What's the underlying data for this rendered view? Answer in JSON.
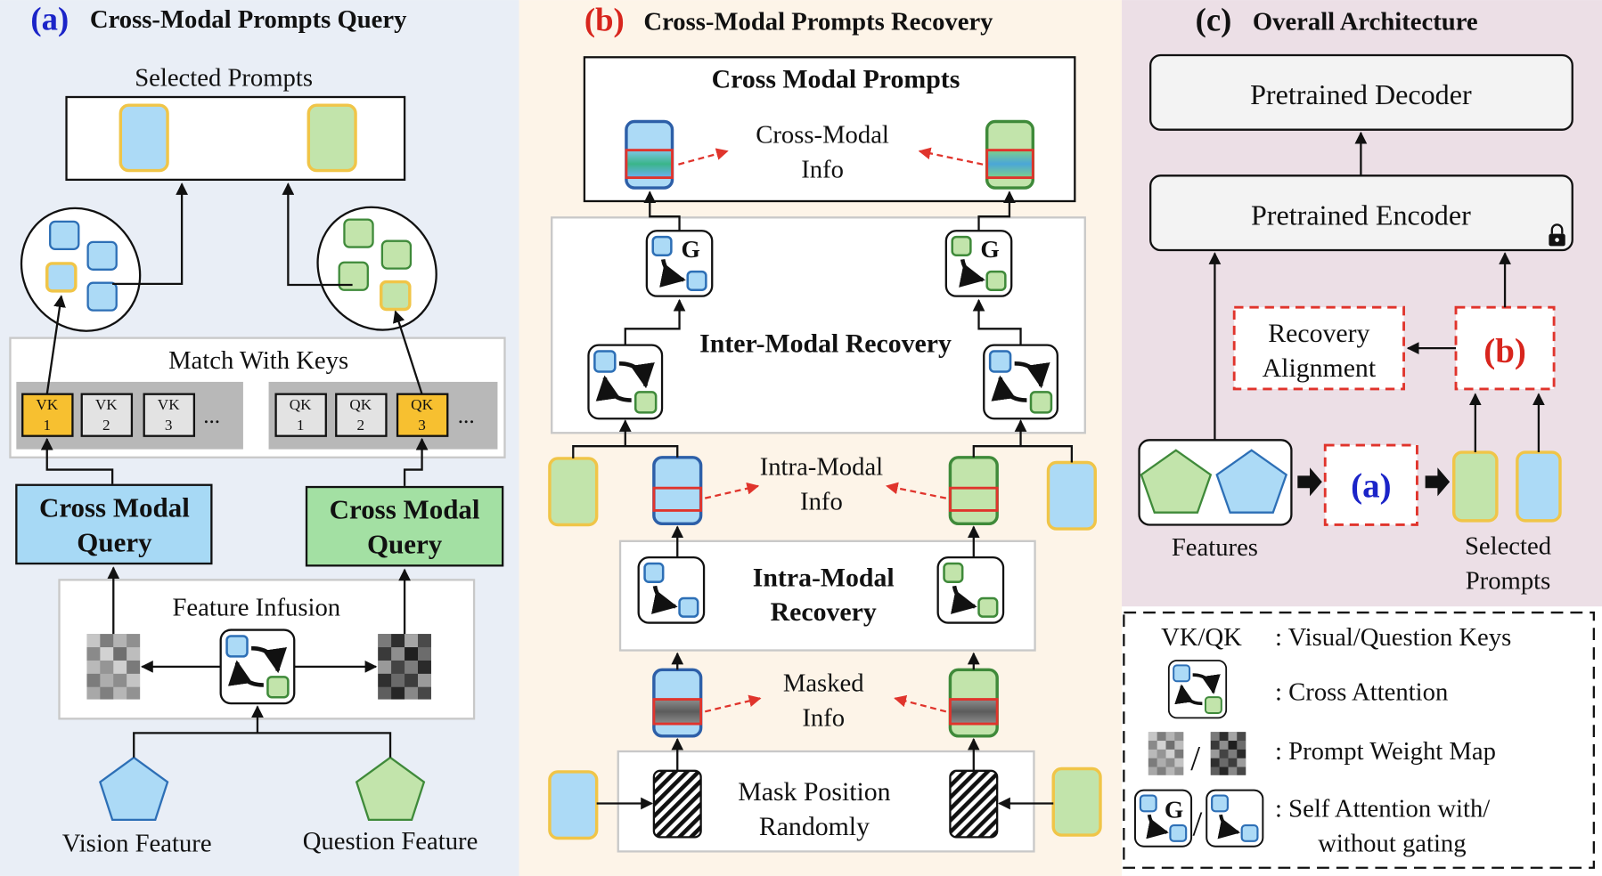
{
  "panels": {
    "a": {
      "letter": "(a)",
      "title": "Cross-Modal Prompts Query",
      "selected_prompts": "Selected Prompts",
      "match_with_keys": "Match With Keys",
      "vk_keys": [
        [
          "VK",
          "1"
        ],
        [
          "VK",
          "2"
        ],
        [
          "VK",
          "3"
        ]
      ],
      "qk_keys": [
        [
          "QK",
          "1"
        ],
        [
          "QK",
          "2"
        ],
        [
          "QK",
          "3"
        ]
      ],
      "ellipsis": "...",
      "cmq_line1": "Cross Modal",
      "cmq_line2": "Query",
      "feature_infusion": "Feature Infusion",
      "vision_feature": "Vision Feature",
      "question_feature": "Question Feature"
    },
    "b": {
      "letter": "(b)",
      "title": "Cross-Modal Prompts Recovery",
      "cross_modal_prompts": "Cross Modal Prompts",
      "cross_modal_info_1": "Cross-Modal",
      "cross_modal_info_2": "Info",
      "gate": "G",
      "inter_modal_recovery": "Inter-Modal Recovery",
      "intra_modal_info_1": "Intra-Modal",
      "intra_modal_info_2": "Info",
      "intra_modal_recovery_1": "Intra-Modal",
      "intra_modal_recovery_2": "Recovery",
      "masked_info_1": "Masked",
      "masked_info_2": "Info",
      "mask_position_1": "Mask Position",
      "mask_position_2": "Randomly"
    },
    "c": {
      "letter": "(c)",
      "title": "Overall Architecture",
      "decoder": "Pretrained Decoder",
      "encoder": "Pretrained Encoder",
      "recovery_1": "Recovery",
      "recovery_2": "Alignment",
      "ref_b": "(b)",
      "ref_a": "(a)",
      "features": "Features",
      "selected_1": "Selected",
      "selected_2": "Prompts"
    }
  },
  "legend": {
    "vkqk": "VK/QK",
    "vkqk_desc": ": Visual/Question Keys",
    "cross_attention": ": Cross Attention",
    "slash": "/",
    "weight_map": ": Prompt Weight Map",
    "self_attention_1": ": Self Attention with/",
    "self_attention_2": "without gating",
    "gate": "G"
  },
  "colors": {
    "blue_fill": "#acdaf6",
    "green_fill": "#c2e4ab",
    "yellow_border": "#f0c548",
    "key_gold": "#f7c030",
    "cmq_blue": "#a7d9f5",
    "cmq_green": "#a3e0a3",
    "title_blue": "#1b24c8",
    "title_red": "#d8251d",
    "dash_red": "#e0342c",
    "bg_a": "#e9eef6",
    "bg_b": "#fdf4e8",
    "bg_c": "#ecdfe6"
  }
}
